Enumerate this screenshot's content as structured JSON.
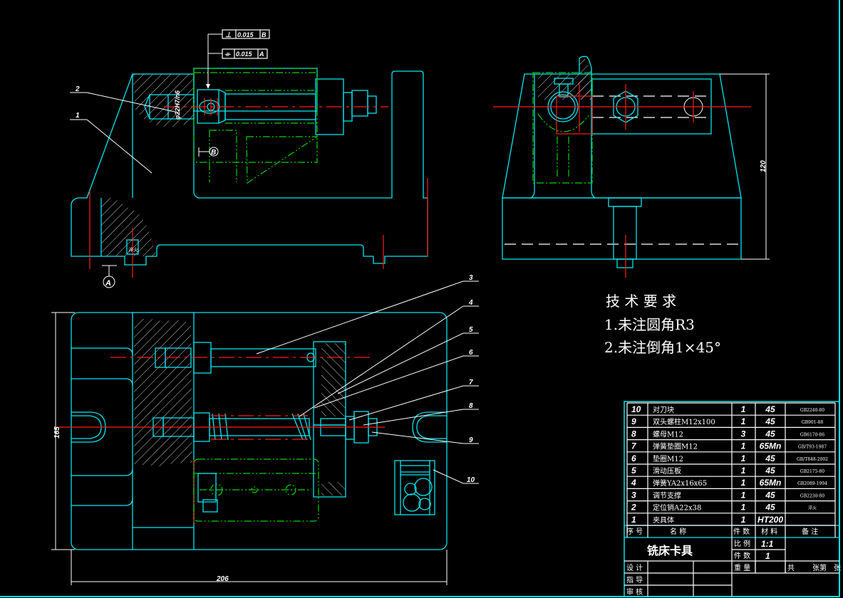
{
  "drawing": {
    "title": "铣床卡具",
    "scale_label": "比 例",
    "scale_value": "1:1",
    "quantity_label": "件 数",
    "quantity_value": "1",
    "weight_label": "重 量",
    "sheet_label_total": "共",
    "sheet_label_of": "张第",
    "sheet_label_end": "张",
    "designer_label": "设 计",
    "advisor_label": "指 导",
    "reviewer_label": "审 核"
  },
  "bom": {
    "headers": [
      "序 号",
      "名 称",
      "件 数",
      "材 料",
      "备 注"
    ],
    "rows": [
      {
        "no": "10",
        "name": "对刀块",
        "qty": "1",
        "material": "45",
        "note": "GB2240-80"
      },
      {
        "no": "9",
        "name": "双头螺柱M12x100",
        "qty": "1",
        "material": "45",
        "note": "GB901-88"
      },
      {
        "no": "8",
        "name": "螺母M12",
        "qty": "3",
        "material": "45",
        "note": "GB6170-86"
      },
      {
        "no": "7",
        "name": "弹簧垫圈M12",
        "qty": "1",
        "material": "65Mn",
        "note": "GB/T93-1987"
      },
      {
        "no": "6",
        "name": "垫圈M12",
        "qty": "1",
        "material": "45",
        "note": "GB/T848-2002"
      },
      {
        "no": "5",
        "name": "滑动压板",
        "qty": "1",
        "material": "45",
        "note": "GB2175-80"
      },
      {
        "no": "4",
        "name": "弹簧YA2x16x65",
        "qty": "1",
        "material": "65Mn",
        "note": "GB2089-1994"
      },
      {
        "no": "3",
        "name": "调节支撑",
        "qty": "1",
        "material": "45",
        "note": "GB2230-80"
      },
      {
        "no": "2",
        "name": "定位销A22x38",
        "qty": "1",
        "material": "45",
        "note": "淬火"
      },
      {
        "no": "1",
        "name": "夹具体",
        "qty": "1",
        "material": "HT200",
        "note": ""
      }
    ]
  },
  "requirements": {
    "title": "技 术 要 求",
    "items": [
      "1.未注圆角R3",
      "2.未注倒角1×45°"
    ]
  },
  "annotations": {
    "tolerance_perpendicularity": {
      "symbol": "⊥",
      "value": "0.015",
      "datum": "B"
    },
    "tolerance_symmetry": {
      "symbol": "⌯",
      "value": "0.015",
      "datum": "A"
    },
    "fit": "φ22H7/n6",
    "datum_a": "A",
    "datum_b": "B",
    "dim_height_side": "120",
    "dim_height_top": "165",
    "dim_width_top": "206",
    "pin_label": "淬火"
  },
  "balloons": [
    "1",
    "2",
    "3",
    "4",
    "5",
    "6",
    "7",
    "8",
    "9",
    "10"
  ],
  "colors": {
    "outline": "#00e5ee",
    "hidden": "#00d400",
    "centerline": "#ff1a1a",
    "text": "#ffffff",
    "background": "#000000"
  }
}
